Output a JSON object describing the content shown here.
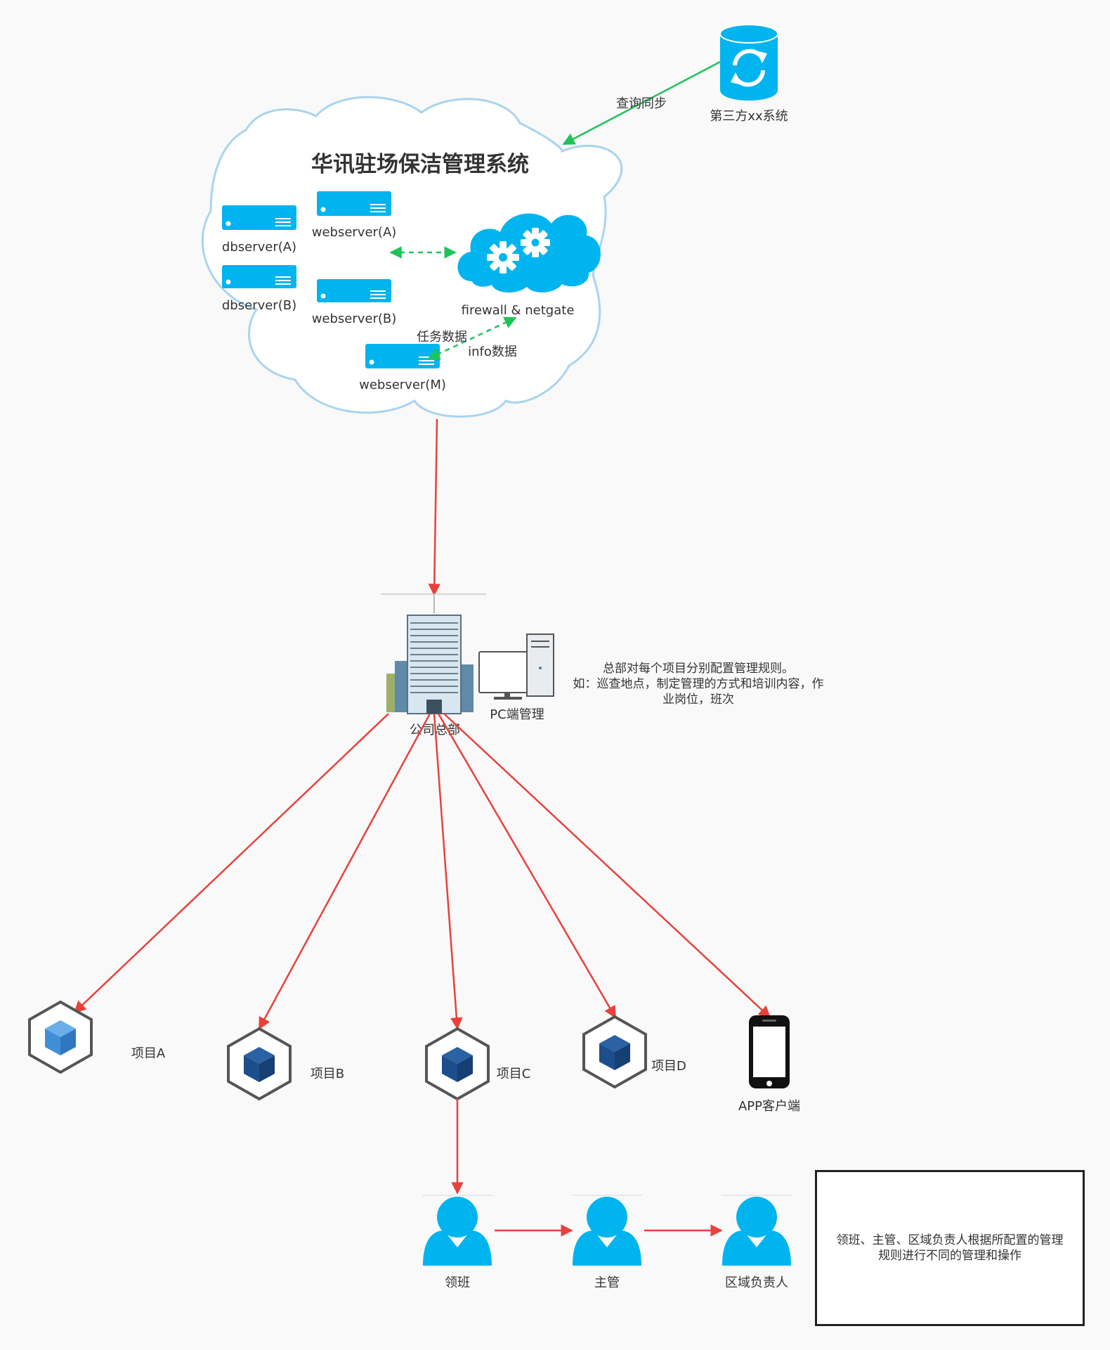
{
  "title": "华讯驻场保洁管理系统",
  "third_party": {
    "label": "第三方xx系统",
    "edge_label": "查询同步"
  },
  "servers": {
    "dbserver_a": "dbserver(A)",
    "dbserver_b": "dbserver(B)",
    "webserver_a": "webserver(A)",
    "webserver_b": "webserver(B)",
    "webserver_m": "webserver(M)"
  },
  "firewall": "firewall & netgate",
  "edge_labels": {
    "task_data": "任务数据",
    "info_data": "info数据"
  },
  "hq": {
    "label": "公司总部",
    "pc_label": "PC端管理",
    "note_line1": "总部对每个项目分别配置管理规则。",
    "note_line2": "如：巡查地点，制定管理的方式和培训内容，作",
    "note_line3": "业岗位，班次"
  },
  "projects": [
    "项目A",
    "项目B",
    "项目C",
    "项目D"
  ],
  "app_client": "APP客户端",
  "roles": [
    "领班",
    "主管",
    "区域负责人"
  ],
  "roles_note": "领班、主管、区域负责人根据所配置的管理规则进行不同的管理和操作",
  "colors": {
    "accent_blue": "#00b4ef",
    "cloud_stroke": "#a9d4ee",
    "arrow_red": "#e8413b",
    "arrow_green": "#1fc35a",
    "cube_light": "#3f8fd6",
    "cube_dark": "#1c4e8c"
  }
}
